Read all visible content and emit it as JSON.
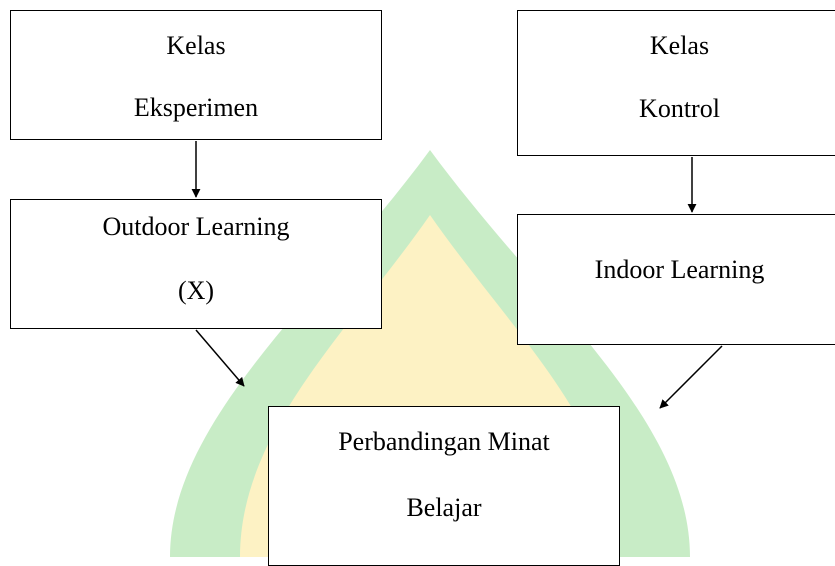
{
  "diagram": {
    "eksperimen": {
      "line1": "Kelas",
      "line2": "Eksperimen"
    },
    "kontrol": {
      "line1": "Kelas",
      "line2": "Kontrol"
    },
    "outdoor": {
      "line1": "Outdoor Learning",
      "line2": "(X)"
    },
    "indoor": {
      "line1": "Indoor Learning"
    },
    "hasil": {
      "line1": "Perbandingan Minat",
      "line2": "Belajar"
    }
  },
  "colors": {
    "watermark_green": "#c8ecc6",
    "watermark_yellow": "#fdf2c4",
    "line": "#000000"
  }
}
